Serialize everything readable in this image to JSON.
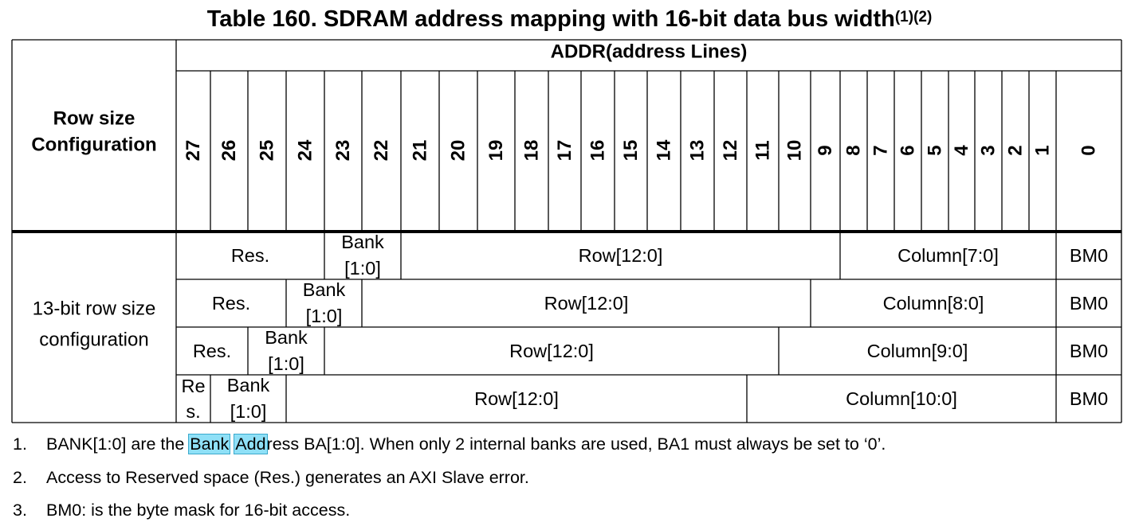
{
  "title": {
    "text": "Table 160. SDRAM address mapping with 16-bit data bus width",
    "refs": "(1)(2)"
  },
  "table": {
    "row_header": [
      "Row size",
      "Configuration"
    ],
    "group_header": "ADDR(address Lines)",
    "address_bits": [
      "27",
      "26",
      "25",
      "24",
      "23",
      "22",
      "21",
      "20",
      "19",
      "18",
      "17",
      "16",
      "15",
      "14",
      "13",
      "12",
      "11",
      "10",
      "9",
      "8",
      "7",
      "6",
      "5",
      "4",
      "3",
      "2",
      "1",
      "0"
    ],
    "row_group_label": [
      "13-bit row size",
      "configuration"
    ],
    "rows": [
      {
        "res": "Res.",
        "bank": [
          "Bank",
          "[1:0]"
        ],
        "row": "Row[12:0]",
        "column": "Column[7:0]",
        "bm": "BM0"
      },
      {
        "res": "Res.",
        "bank": [
          "Bank",
          "[1:0]"
        ],
        "row": "Row[12:0]",
        "column": "Column[8:0]",
        "bm": "BM0"
      },
      {
        "res": "Res.",
        "bank": [
          "Bank",
          "[1:0]"
        ],
        "row": "Row[12:0]",
        "column": "Column[9:0]",
        "bm": "BM0"
      },
      {
        "res": [
          "Re",
          "s."
        ],
        "bank": [
          "Bank",
          "[1:0]"
        ],
        "row": "Row[12:0]",
        "column": "Column[10:0]",
        "bm": "BM0"
      }
    ]
  },
  "notes": [
    {
      "num": "1.",
      "pre": "BANK[1:0] are the ",
      "hl1": "Bank",
      "space": " ",
      "hl2": "Add",
      "post": "ress BA[1:0]. When only 2 internal banks are used, BA1 must always be set to ‘0’."
    },
    {
      "num": "2.",
      "text": "Access to Reserved space (Res.) generates an AXI Slave error."
    },
    {
      "num": "3.",
      "text": "BM0: is the byte mask for 16-bit access."
    }
  ],
  "colors": {
    "highlight": "#8fe0f7",
    "highlight_border": "#3aa9cc"
  }
}
